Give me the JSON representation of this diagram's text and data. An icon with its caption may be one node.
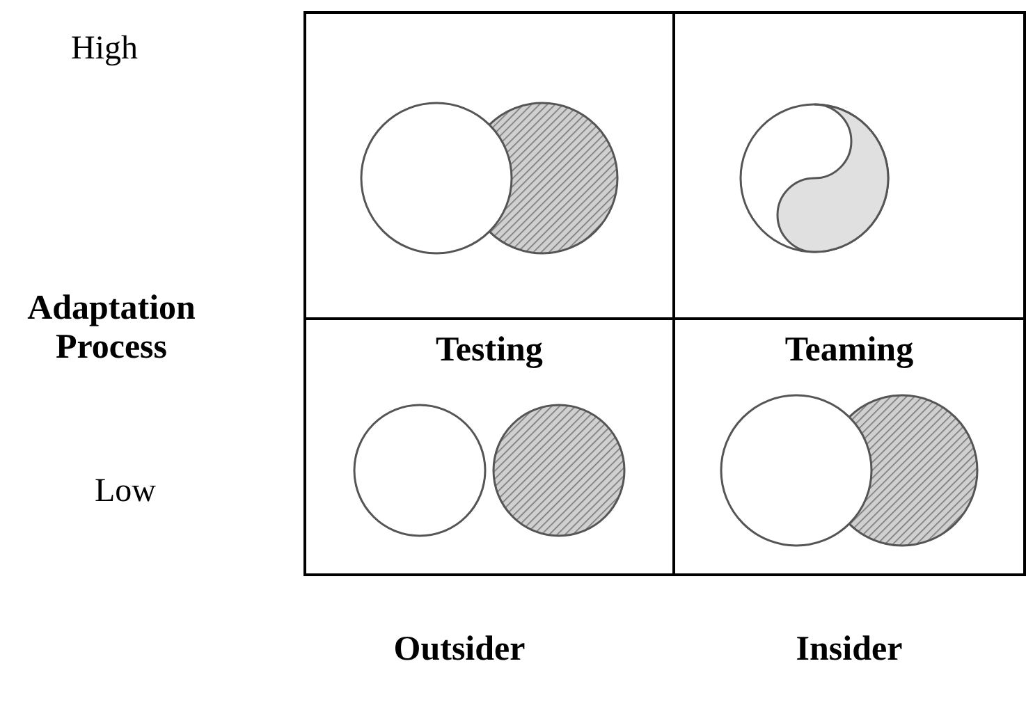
{
  "diagram": {
    "nodes": [
      {
        "text": [],
        "shape": "box"
      },
      {
        "text": [],
        "shape": "box"
      },
      {
        "text": [
          "Testing"
        ]
      },
      {
        "text": [
          "Teaming"
        ]
      }
    ],
    "labels": [
      "High",
      "Adaptation Process",
      "Low",
      "Outsider",
      "Insider"
    ]
  }
}
